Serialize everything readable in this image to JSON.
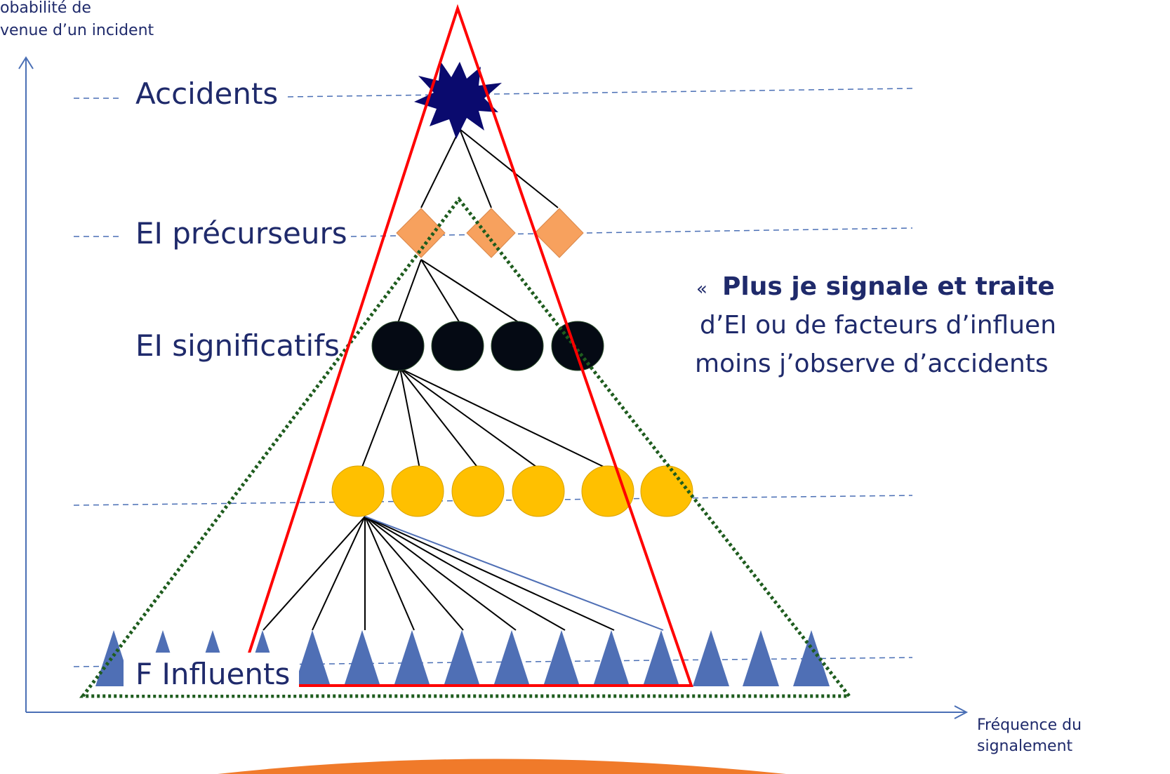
{
  "axes": {
    "y_label_line1": "obabilité de",
    "y_label_line2": "venue d’un incident",
    "x_label_line1": "Fréquence du",
    "x_label_line2": "signalement"
  },
  "levels": {
    "accidents": "Accidents",
    "precursors": "EI précurseurs",
    "significant": "EI significatifs",
    "influents": "F Influents"
  },
  "message": {
    "quote_open": "«",
    "line1_bold": "Plus je signale et traite",
    "line2": "d’EI ou de facteurs d’influen",
    "line3": "moins j’observe d’accidents"
  },
  "colors": {
    "text": "#1f2a6b",
    "red_triangle": "#ff0000",
    "green_dotted": "#1e5c1e",
    "star": "#0a0a6e",
    "diamond": "#f7a15e",
    "black_circle": "#050a14",
    "yellow_circle": "#ffc000",
    "blue_triangle": "#4f6fb5",
    "orange_arc": "#f07a2a",
    "axis": "#4a6fb5"
  }
}
